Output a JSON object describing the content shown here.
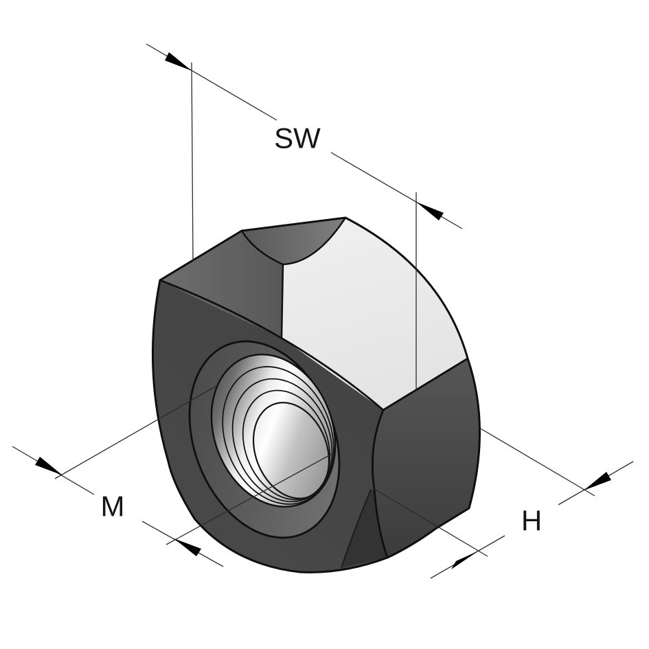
{
  "drawing": {
    "type": "technical-drawing",
    "subject": "hexagon nut, isometric CAD view with internal thread",
    "background_color": "#ffffff",
    "outline_color": "#0f0f0f",
    "dimension_line_color": "#2b2b2b",
    "arrow_color": "#000000",
    "label_color": "#151515",
    "labels": {
      "width_across_flats": "SW",
      "thread_diameter": "M",
      "height": "H"
    },
    "colors": {
      "front_face": "#454545",
      "top_face": "#6a6a6a",
      "upper_left_flat": "#626262",
      "light_flat": "#ececec",
      "right_flat": "#4e4e4e",
      "bottom_flat": "#333333",
      "chamfer_ring": "#565656",
      "thread_highlight": "#ffffff",
      "thread_shadow": "#2f2f2f"
    }
  }
}
